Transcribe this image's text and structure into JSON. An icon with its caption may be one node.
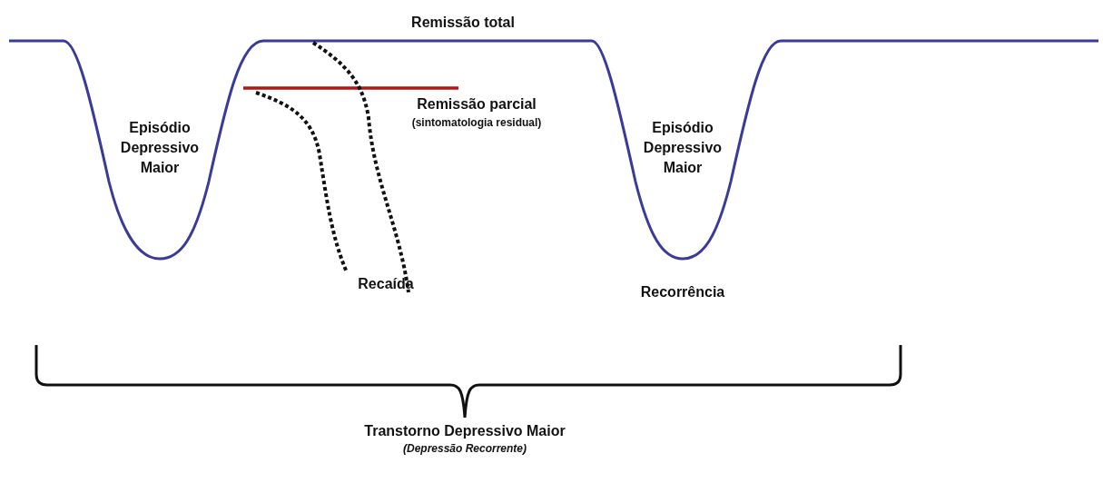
{
  "diagram": {
    "labels": [
      "Remissão total",
      "Episódio Depressivo Maior",
      "Remissão parcial",
      "(sintomatologia residual)",
      "Episódio Depressivo Maior",
      "Recaída",
      "Recorrência",
      "Transtorno Depressivo Maior",
      "(Depressão Recorrente)"
    ]
  }
}
